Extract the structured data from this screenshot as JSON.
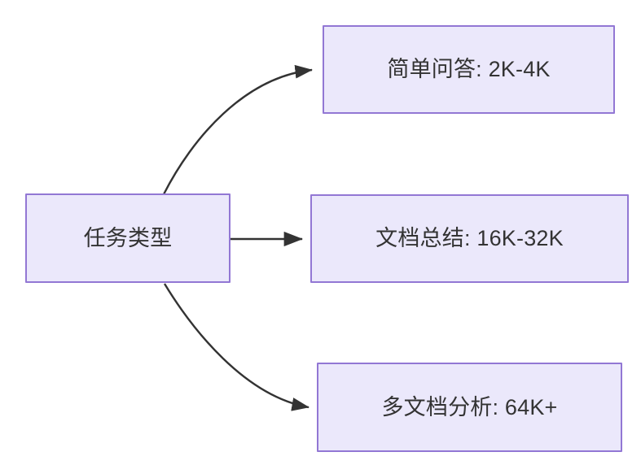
{
  "diagram": {
    "type": "flowchart",
    "direction": "left-to-right",
    "background_color": "#ffffff",
    "node_fill_color": "#ebe8fb",
    "node_border_color": "#9277d4",
    "node_text_color": "#333333",
    "edge_color": "#333333",
    "nodes": [
      {
        "id": "root",
        "label": "任务类型"
      },
      {
        "id": "simple_qa",
        "label": "简单问答: 2K-4K"
      },
      {
        "id": "doc_summary",
        "label": "文档总结: 16K-32K"
      },
      {
        "id": "multi_doc",
        "label": "多文档分析: 64K+"
      }
    ],
    "edges": [
      {
        "from": "root",
        "to": "simple_qa",
        "style": "curved-arrow",
        "label": ""
      },
      {
        "from": "root",
        "to": "doc_summary",
        "style": "straight-arrow",
        "label": ""
      },
      {
        "from": "root",
        "to": "multi_doc",
        "style": "curved-arrow",
        "label": ""
      }
    ]
  }
}
